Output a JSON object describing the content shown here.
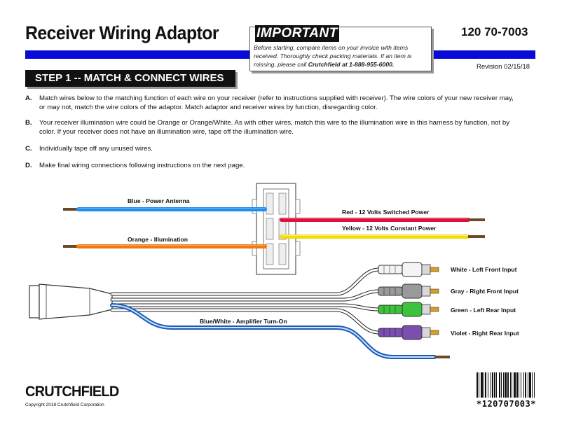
{
  "header": {
    "title": "Receiver Wiring Adaptor",
    "part_number": "120 70-7003",
    "revision": "Revision 02/15/18",
    "important": {
      "heading": "IMPORTANT",
      "text": "Before starting, compare items on your invoice with items received.  Thoroughly check packing materials.  If an item is missing, please call ",
      "phone": "Crutchfield at 1-888-955-6000."
    }
  },
  "step": {
    "title": "STEP 1 -- MATCH & CONNECT WIRES"
  },
  "instructions": [
    {
      "letter": "A.",
      "text": "Match wires below to the matching function of each wire on your receiver (refer to instructions supplied with receiver).  The wire colors of your new receiver may, or may not, match the wire colors of the adaptor.  Match adaptor and receiver wires by function, disregarding color."
    },
    {
      "letter": "B.",
      "text": "Your receiver illumination wire could be Orange or Orange/White.  As with other wires, match this wire to the illumination wire in this harness by function, not by color.  If your receiver does not have an illumination wire, tape off the illumination wire."
    },
    {
      "letter": "C.",
      "text": "Individually tape off any unused wires."
    },
    {
      "letter": "D.",
      "text": "Make final wiring connections following instructions on the next page."
    }
  ],
  "diagram": {
    "wires": [
      {
        "label": "Blue - Power Antenna",
        "color": "#1e8ff0"
      },
      {
        "label": "Orange - Illumination",
        "color": "#f07a10"
      },
      {
        "label": "Red - 12 Volts Switched Power",
        "color": "#e0103c"
      },
      {
        "label": "Yellow - 12 Volts Constant Power",
        "color": "#f2dc08"
      },
      {
        "label": "Blue/White - Amplifier Turn-On",
        "color": "#3a7ed0"
      }
    ],
    "rca": [
      {
        "label": "White - Left Front Input",
        "color": "#f4f4f4"
      },
      {
        "label": "Gray - Right Front Input",
        "color": "#9a9a9a"
      },
      {
        "label": "Green - Left Rear Input",
        "color": "#3cc23c"
      },
      {
        "label": "Violet - Right Rear Input",
        "color": "#7a4fb0"
      }
    ]
  },
  "footer": {
    "logo": "CRUTCHFIELD",
    "copyright": "Copyright 2018  Crutchfield Corporation",
    "barcode_text": "*120707003*"
  }
}
